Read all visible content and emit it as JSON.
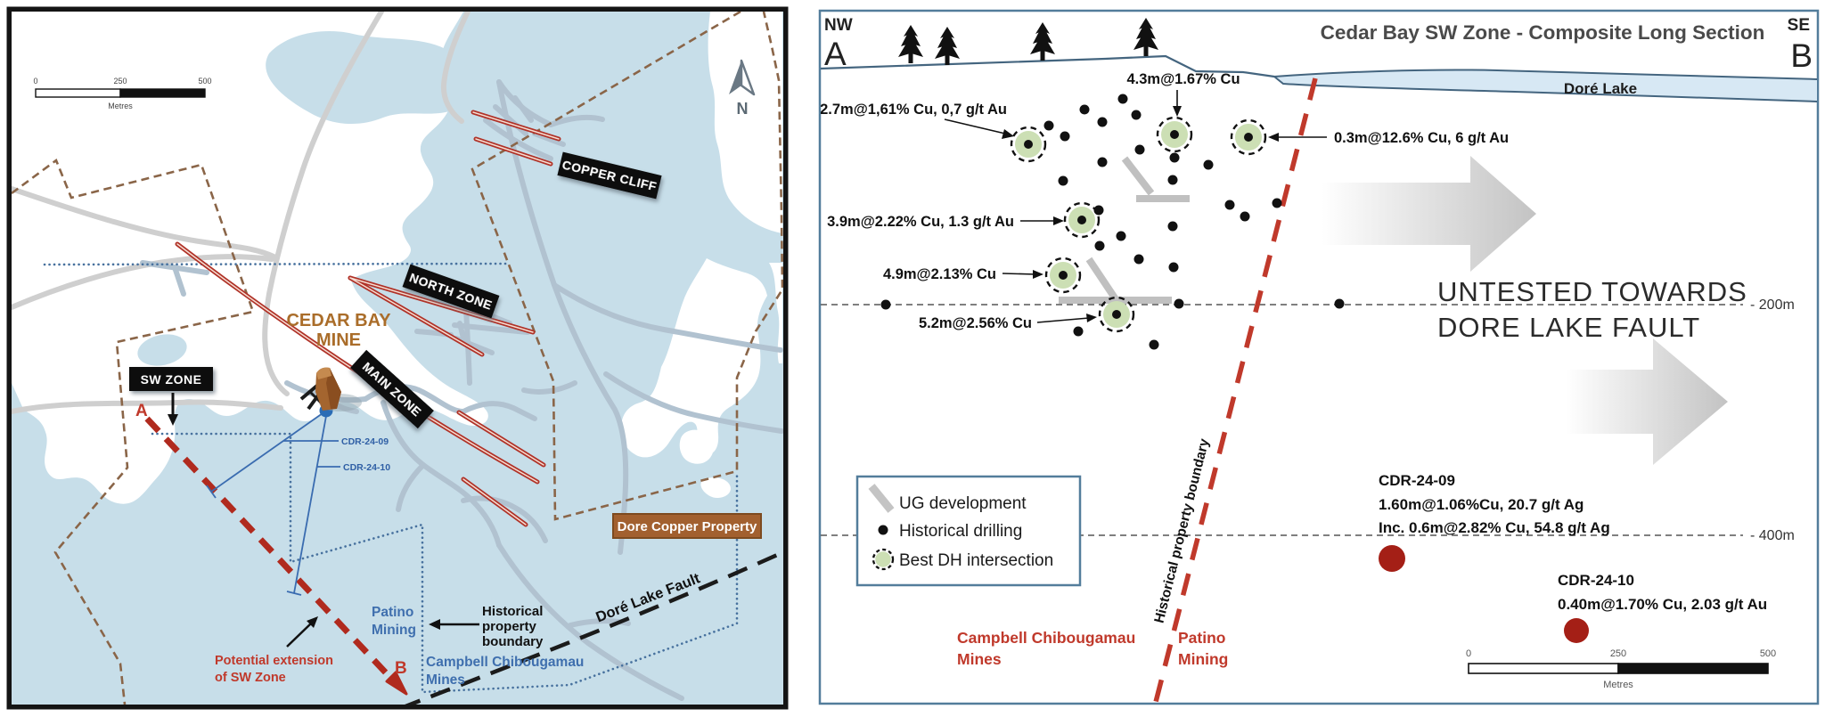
{
  "map": {
    "scalebar": {
      "ticks": [
        "0",
        "250",
        "500"
      ],
      "unit": "Metres"
    },
    "north_label": "N",
    "zone_labels": {
      "copper_cliff": "COPPER CLIFF",
      "north_zone": "NORTH ZONE",
      "main_zone": "MAIN ZONE",
      "sw_zone": "SW ZONE"
    },
    "mine_label": [
      "CEDAR BAY",
      "MINE"
    ],
    "section_marker_a": "A",
    "section_marker_b": "B",
    "drillholes": [
      "CDR-24-09",
      "CDR-24-10"
    ],
    "property_box_label": "Dore Copper Property",
    "patino_label": [
      "Patino",
      "Mining"
    ],
    "campbell_label": [
      "Campbell Chibougamau",
      "Mines"
    ],
    "historical_boundary_label": [
      "Historical",
      "property",
      "boundary"
    ],
    "fault_label": "Doré Lake Fault",
    "potential_extension_label": [
      "Potential extension",
      "of SW Zone"
    ]
  },
  "section": {
    "title": "Cedar Bay SW Zone - Composite Long Section",
    "corner_nw": "NW",
    "corner_se": "SE",
    "marker_a": "A",
    "marker_b": "B",
    "lake_label": "Doré Lake",
    "untested_text": [
      "UNTESTED TOWARDS",
      "DORE LAKE FAULT"
    ],
    "depth_200": "- 200m",
    "depth_400": "- 400m",
    "boundary_label": "Historical property boundary",
    "legend": {
      "ug": "UG development",
      "drilling": "Historical drilling",
      "best": "Best DH intersection"
    },
    "intersections": [
      "2.7m@1,61% Cu, 0,7 g/t Au",
      "4.3m@1.67% Cu",
      "0.3m@12.6% Cu, 6 g/t Au",
      "3.9m@2.22% Cu, 1.3 g/t Au",
      "4.9m@2.13% Cu",
      "5.2m@2.56% Cu"
    ],
    "cdr09": [
      "CDR-24-09",
      "1.60m@1.06%Cu, 20.7 g/t Ag",
      "Inc. 0.6m@2.82% Cu, 54.8 g/t Ag"
    ],
    "cdr10": [
      "CDR-24-10",
      "0.40m@1.70% Cu, 2.03 g/t Au"
    ],
    "campbell_label": [
      "Campbell Chibougamau",
      "Mines"
    ],
    "patino_label": [
      "Patino",
      "Mining"
    ],
    "scalebar": {
      "ticks": [
        "0",
        "250",
        "500"
      ],
      "unit": "Metres"
    },
    "drill_dots": [
      [
        1260,
        111
      ],
      [
        1217,
        123
      ],
      [
        1275,
        129
      ],
      [
        1237,
        137
      ],
      [
        1177,
        141
      ],
      [
        1195,
        153
      ],
      [
        1318,
        177
      ],
      [
        1279,
        168
      ],
      [
        1237,
        182
      ],
      [
        1193,
        203
      ],
      [
        1316,
        202
      ],
      [
        1356,
        185
      ],
      [
        1380,
        230
      ],
      [
        1397,
        243
      ],
      [
        1433,
        228
      ],
      [
        1233,
        236
      ],
      [
        1316,
        254
      ],
      [
        1258,
        265
      ],
      [
        1234,
        276
      ],
      [
        1278,
        291
      ],
      [
        1317,
        300
      ],
      [
        1210,
        372
      ],
      [
        1295,
        387
      ],
      [
        1323,
        341
      ],
      [
        1503,
        341
      ],
      [
        994,
        342
      ]
    ],
    "trees": [
      [
        1022,
        28
      ],
      [
        1063,
        30
      ],
      [
        1170,
        25
      ],
      [
        1286,
        20
      ]
    ],
    "green_circles": [
      [
        1154,
        162
      ],
      [
        1318,
        151
      ],
      [
        1401,
        154
      ],
      [
        1214,
        247
      ],
      [
        1193,
        309
      ],
      [
        1253,
        353
      ]
    ]
  },
  "colors": {
    "water": "#c7dee9",
    "section_lake": "#d7e8f4",
    "red_line": "#b03228",
    "brown_dash": "#8a6548",
    "blue_dot_line": "#47719e",
    "green_fill": "#ccdfb4",
    "dark_red_circle": "#a41f16",
    "accent_red_text": "#c0392b",
    "blue_text": "#3f6fae",
    "panel_border": "#537d9b"
  }
}
